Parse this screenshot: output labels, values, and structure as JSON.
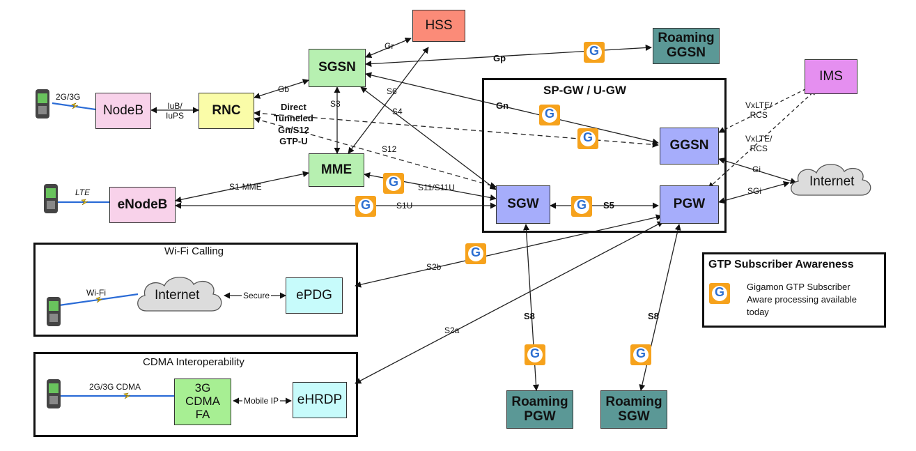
{
  "nodes": {
    "hss": "HSS",
    "roaming_ggsn": [
      "Roaming",
      "GGSN"
    ],
    "ims": "IMS",
    "sgsn": "SGSN",
    "nodeb": "NodeB",
    "rnc": "RNC",
    "mme": "MME",
    "enodeb": "eNodeB",
    "ggsn": "GGSN",
    "sgw": "SGW",
    "pgw": "PGW",
    "epdg": "ePDG",
    "cdma_fa": [
      "3G",
      "CDMA",
      "FA"
    ],
    "ehrdp": "eHRDP",
    "roaming_pgw": [
      "Roaming",
      "PGW"
    ],
    "roaming_sgw": [
      "Roaming",
      "SGW"
    ],
    "internet_main": "Internet",
    "internet_wifi": "Internet"
  },
  "frames": {
    "spgw": "SP-GW / U-GW",
    "wifi": "Wi-Fi Calling",
    "cdma": "CDMA Interoperability"
  },
  "links": {
    "gr": "Gr",
    "gp": "Gp",
    "gb": "Gb",
    "iub": [
      "IuB/",
      "IuPS"
    ],
    "s3": "S3",
    "s6": "S6",
    "s4": "S4",
    "direct": [
      "Direct",
      "Tunneled",
      "Gn/S12",
      "GTP-U"
    ],
    "gn": "Gn",
    "s12": "S12",
    "s1mme": "S1-MME",
    "s11": "S11/S11U",
    "s1u": "S1U",
    "s5": "S5",
    "vxlte1": [
      "VxLTE/",
      "RCS"
    ],
    "vxlte2": [
      "VxLTE/",
      "RCS"
    ],
    "gi": "Gi",
    "sgi": "SGi",
    "s2b": "S2b",
    "s2a": "S2a",
    "s8_left": "S8",
    "s8_right": "S8",
    "secure": "Secure",
    "mobile_ip": "Mobile IP",
    "radio_2g3g": "2G/3G",
    "radio_lte": "LTE",
    "radio_wifi": "Wi-Fi",
    "radio_cdma": "2G/3G CDMA"
  },
  "legend": {
    "title": "GTP Subscriber Awareness",
    "lines": [
      "Gigamon GTP Subscriber",
      "Aware processing available",
      "today"
    ]
  },
  "colors": {
    "gigamon_orange": "#f6a21c",
    "gigamon_blue": "#2d6fd1"
  },
  "icons": [
    "gigamon-gtp-icon",
    "mobile-phone-icon",
    "cloud-icon",
    "lightning-bolt-icon"
  ]
}
